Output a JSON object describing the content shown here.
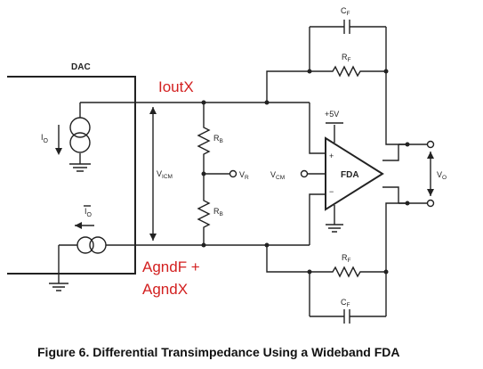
{
  "labels": {
    "dac": "DAC",
    "io": "I",
    "io_sub": "O",
    "io_bar": "I",
    "io_bar_sub": "O",
    "vicm": "V",
    "vicm_sub": "ICM",
    "rb_top": "R",
    "rb_top_sub": "B",
    "rb_bot": "R",
    "rb_bot_sub": "B",
    "vr": "V",
    "vr_sub": "R",
    "vcm": "V",
    "vcm_sub": "CM",
    "fda": "FDA",
    "plus5v": "+5V",
    "cf_top": "C",
    "cf_top_sub": "F",
    "rf_top": "R",
    "rf_top_sub": "F",
    "rf_bot": "R",
    "rf_bot_sub": "F",
    "cf_bot": "C",
    "cf_bot_sub": "F",
    "vo": "V",
    "vo_sub": "O",
    "plus": "+",
    "minus": "−"
  },
  "annotations": {
    "ioutx": "IoutX",
    "agnd_line1": "AgndF +",
    "agnd_line2": "AgndX"
  },
  "caption": "Figure 6. Differential Transimpedance Using a Wideband FDA",
  "colors": {
    "annotation": "#d32020",
    "wire": "#222222"
  }
}
